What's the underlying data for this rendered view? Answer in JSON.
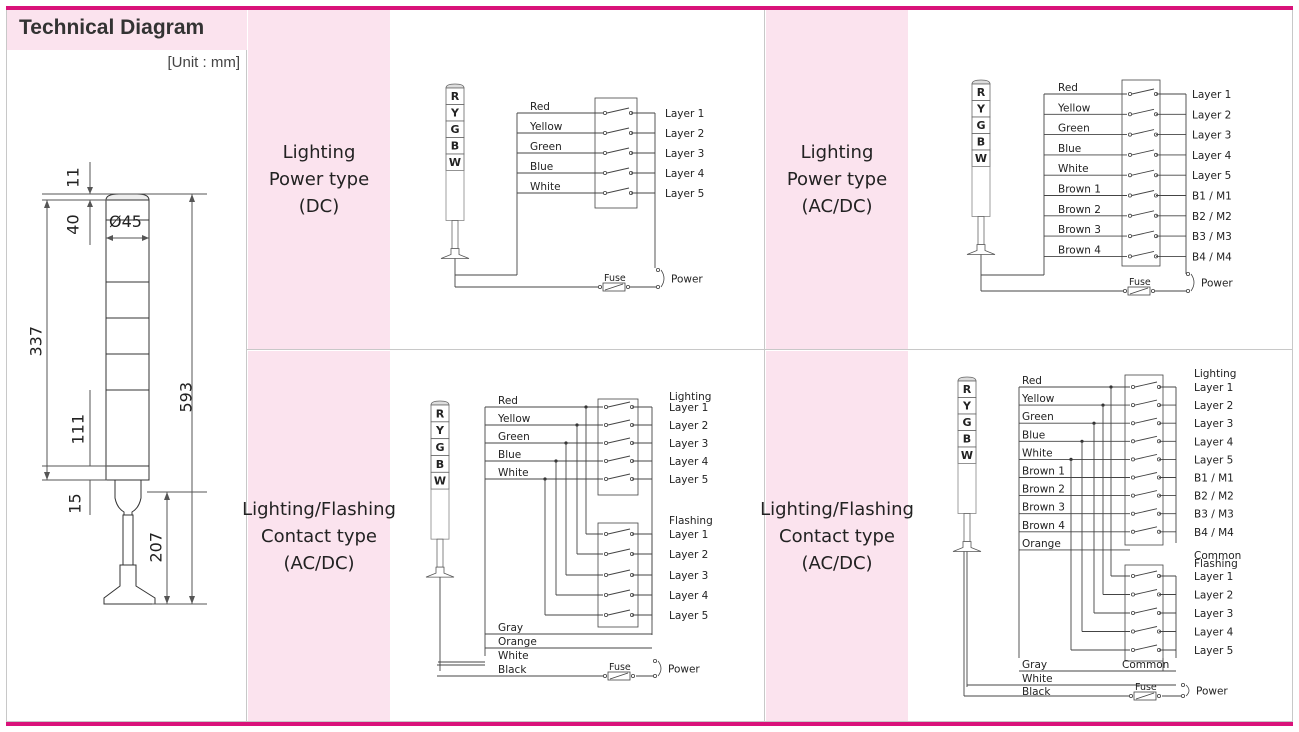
{
  "header": {
    "title": "Technical Diagram",
    "unit": "[Unit : mm]"
  },
  "dimensions": {
    "d11": "11",
    "d40": "40",
    "d45": "Ø45",
    "d337": "337",
    "d593": "593",
    "d111": "111",
    "d15": "15",
    "d207": "207"
  },
  "panels": {
    "p1": {
      "l1": "Lighting",
      "l2": "Power type",
      "l3": "(DC)"
    },
    "p2": {
      "l1": "Lighting",
      "l2": "Power type",
      "l3": "(AC/DC)"
    },
    "p3": {
      "l1": "Lighting/Flashing",
      "l2": "Contact type",
      "l3": "(AC/DC)"
    },
    "p4": {
      "l1": "Lighting/Flashing",
      "l2": "Contact type",
      "l3": "(AC/DC)"
    }
  },
  "lamp_letters": [
    "R",
    "Y",
    "G",
    "B",
    "W"
  ],
  "common": {
    "fuse": "Fuse",
    "power": "Power",
    "lighting": "Lighting",
    "flashing": "Flashing",
    "common": "Common",
    "common2": "Common"
  },
  "wires_a": [
    "Red",
    "Yellow",
    "Green",
    "Blue",
    "White"
  ],
  "wires_b": [
    "Red",
    "Yellow",
    "Green",
    "Blue",
    "White",
    "Brown 1",
    "Brown 2",
    "Brown 3",
    "Brown 4"
  ],
  "wires_c_extra": [
    "Gray",
    "Orange",
    "White",
    "Black"
  ],
  "wires_d": [
    "Red",
    "Yellow",
    "Green",
    "Blue",
    "White",
    "Brown 1",
    "Brown 2",
    "Brown 3",
    "Brown 4",
    "Orange"
  ],
  "wires_d_extra": [
    "Gray",
    "White",
    "Black"
  ],
  "layers5": [
    "Layer 1",
    "Layer 2",
    "Layer 3",
    "Layer 4",
    "Layer 5"
  ],
  "layers9": [
    "Layer 1",
    "Layer 2",
    "Layer 3",
    "Layer 4",
    "Layer 5",
    "B1 / M1",
    "B2 / M2",
    "B3 / M3",
    "B4 / M4"
  ],
  "colors": {
    "accent": "#d9127a",
    "label_bg": "#fbe3ee"
  }
}
